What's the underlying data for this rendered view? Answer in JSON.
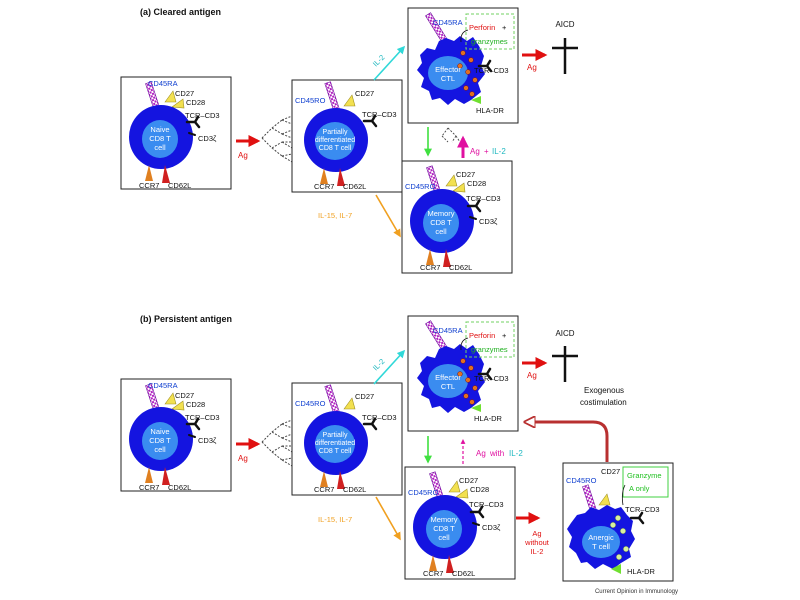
{
  "panel_a": {
    "title": "(a)  Cleared antigen",
    "naive": {
      "cd45": "CD45RA",
      "cd27": "CD27",
      "cd28": "CD28",
      "tcr": "TCR–CD3",
      "cd3z": "CD3ζ",
      "line1": "Naive",
      "line2": "CD8 T",
      "line3": "cell",
      "ccr7": "CCR7",
      "cd62l": "CD62L"
    },
    "partial": {
      "cd45": "CD45RO",
      "cd27": "CD27",
      "tcr": "TCR–CD3",
      "line1": "Partially",
      "line2": "differentiated",
      "line3": "CD8 T cell",
      "ccr7": "CCR7",
      "cd62l": "CD62L"
    },
    "effector": {
      "cd45": "CD45RA",
      "perforin": "Perforin",
      "plus": "+",
      "granzymes": "granzymes",
      "tcr": "TCR–CD3",
      "line1": "Effector",
      "line2": "CTL",
      "hladr": "HLA-DR"
    },
    "memory": {
      "cd45": "CD45RO",
      "cd27": "CD27",
      "cd28": "CD28",
      "tcr": "TCR–CD3",
      "cd3z": "CD3ζ",
      "line1": "Memory",
      "line2": "CD8 T",
      "line3": "cell",
      "ccr7": "CCR7",
      "cd62l": "CD62L"
    },
    "ag1": "Ag",
    "il2": "IL-2",
    "ag_aicd": "Ag",
    "aicd": "AICD",
    "il15": "IL-15, IL-7",
    "ag_plus": "Ag",
    "plus": "+",
    "il2_b": "IL-2"
  },
  "panel_b": {
    "title": "(b)  Persistent antigen",
    "naive": {
      "cd45": "CD45RA",
      "cd27": "CD27",
      "cd28": "CD28",
      "tcr": "TCR–CD3",
      "cd3z": "CD3ζ",
      "line1": "Naive",
      "line2": "CD8 T",
      "line3": "cell",
      "ccr7": "CCR7",
      "cd62l": "CD62L"
    },
    "partial": {
      "cd45": "CD45RO",
      "cd27": "CD27",
      "tcr": "TCR–CD3",
      "line1": "Partially",
      "line2": "differentiated",
      "line3": "CD8 T cell",
      "ccr7": "CCR7",
      "cd62l": "CD62L"
    },
    "effector": {
      "cd45": "CD45RA",
      "perforin": "Perforin",
      "plus": "+",
      "granzymes": "granzymes",
      "tcr": "TCR–CD3",
      "line1": "Effector",
      "line2": "CTL",
      "hladr": "HLA-DR"
    },
    "memory": {
      "cd45": "CD45RO",
      "cd27": "CD27",
      "cd28": "CD28",
      "tcr": "TCR–CD3",
      "cd3z": "CD3ζ",
      "line1": "Memory",
      "line2": "CD8 T",
      "line3": "cell",
      "ccr7": "CCR7",
      "cd62l": "CD62L"
    },
    "anergic": {
      "cd45": "CD45RO",
      "cd27": "CD27",
      "granzyme1": "Granzyme",
      "granzyme2": "A only",
      "tcr": "TCR–CD3",
      "line1": "Anergic",
      "line2": "T cell",
      "hladr": "HLA-DR"
    },
    "ag1": "Ag",
    "il2": "IL-2",
    "ag_aicd": "Ag",
    "aicd": "AICD",
    "il15": "IL-15, IL-7",
    "ag_with": "Ag",
    "with": "with",
    "il2_b": "IL-2",
    "ag_without_1": "Ag",
    "ag_without_2": "without",
    "ag_without_3": "IL-2",
    "exo1": "Exogenous",
    "exo2": "costimulation"
  },
  "footer": "Current Opinion in Immunology",
  "colors": {
    "cell": "#1414e0",
    "nucleus": "#3a8cf0",
    "ag_arrow": "#e01010",
    "il2_arrow": "#30d8d8",
    "il15_arrow": "#f0a020",
    "memory_arrow": "#40e040",
    "agil2_arrow": "#e010a0",
    "exo_arrow": "#b83030",
    "cd45ra_text": "#1040d0",
    "perforin": "#e01010",
    "granzymes": "#20b020"
  }
}
